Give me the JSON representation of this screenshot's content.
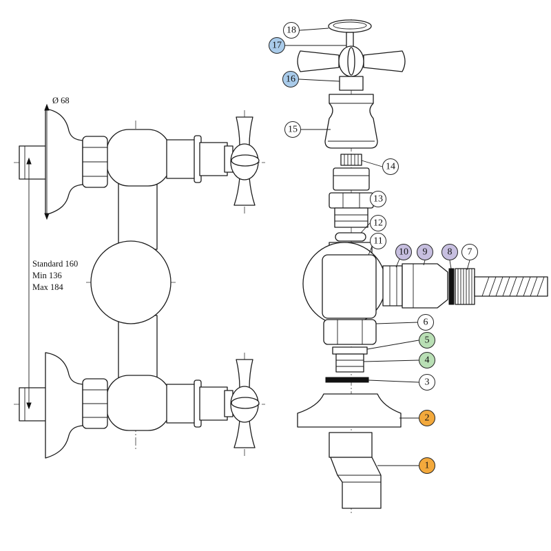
{
  "dimensions": {
    "diameter_label": "Ø 68",
    "spacing": [
      "Standard 160",
      "Min 136",
      "Max 184"
    ]
  },
  "callouts": [
    {
      "label": "1",
      "color": "#f3a93c"
    },
    {
      "label": "2",
      "color": "#f3a93c"
    },
    {
      "label": "3",
      "color": "#ffffff"
    },
    {
      "label": "4",
      "color": "#b9dfb5"
    },
    {
      "label": "5",
      "color": "#b9dfb5"
    },
    {
      "label": "6",
      "color": "#ffffff"
    },
    {
      "label": "7",
      "color": "#ffffff"
    },
    {
      "label": "8",
      "color": "#c7bfe0"
    },
    {
      "label": "9",
      "color": "#c7bfe0"
    },
    {
      "label": "10",
      "color": "#c7bfe0"
    },
    {
      "label": "11",
      "color": "#ffffff"
    },
    {
      "label": "12",
      "color": "#ffffff"
    },
    {
      "label": "13",
      "color": "#ffffff"
    },
    {
      "label": "14",
      "color": "#ffffff"
    },
    {
      "label": "15",
      "color": "#ffffff"
    },
    {
      "label": "16",
      "color": "#a9cbea"
    },
    {
      "label": "17",
      "color": "#a9cbea"
    },
    {
      "label": "18",
      "color": "#ffffff"
    }
  ]
}
